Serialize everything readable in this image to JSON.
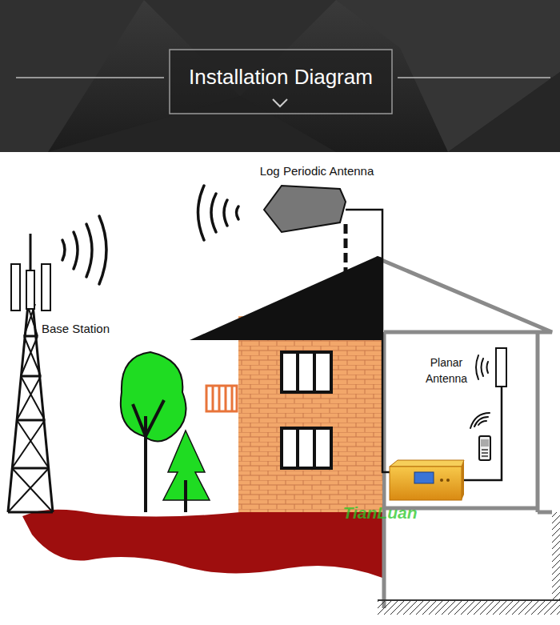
{
  "diagram": {
    "title": "Installation Diagram",
    "labels": [
      "Log Periodic Antenna",
      "Base Station",
      "Planar Antenna",
      "TianLuan"
    ]
  }
}
